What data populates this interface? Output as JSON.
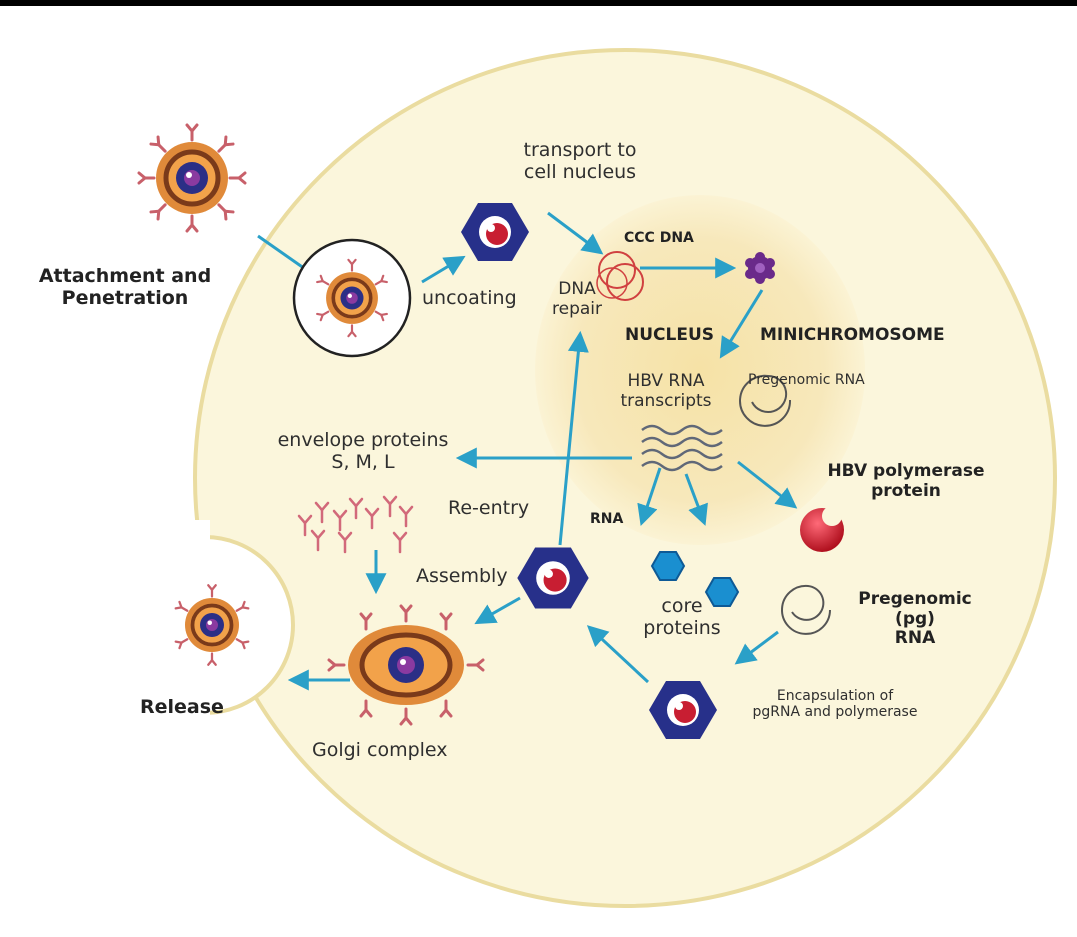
{
  "labels": {
    "attachment": "Attachment and\nPenetration",
    "uncoating": "uncoating",
    "transport": "transport to\ncell nucleus",
    "ccc_dna": "CCC DNA",
    "dna_repair": "DNA\nrepair",
    "nucleus": "NUCLEUS",
    "minichromosome": "MINICHROMOSOME",
    "hbv_rna": "HBV RNA\ntranscripts",
    "pregenomic_rna_small": "Pregenomic RNA",
    "envelope": "envelope proteins\nS, M, L",
    "hbv_polymerase": "HBV polymerase\nprotein",
    "re_entry": "Re-entry",
    "rna": "RNA",
    "assembly": "Assembly",
    "core_proteins": "core\nproteins",
    "pregenomic_pg": "Pregenomic (pg)\nRNA",
    "release": "Release",
    "golgi": "Golgi complex",
    "encapsulation": "Encapsulation of\npgRNA and polymerase"
  },
  "colors": {
    "cytoplasm": "#fbf6dc",
    "cell_border": "#eadca0",
    "nucleus": "#f7e8b8",
    "arrow": "#2aa0c8",
    "capsid": "#27308a",
    "core_dot": "#c81e32",
    "virion_outer": "#e08a3a",
    "virion_ring": "#7a3a1a",
    "spike": "#c8606a",
    "core_protein": "#1a8fd0",
    "polymerase": "#c81e32"
  },
  "icons": [
    "virion-icon",
    "capsid-icon",
    "ccc-dna-icon",
    "minichromosome-icon",
    "rna-coil-icon",
    "polymerase-icon",
    "core-protein-icon",
    "envelope-protein-icon",
    "golgi-icon"
  ]
}
